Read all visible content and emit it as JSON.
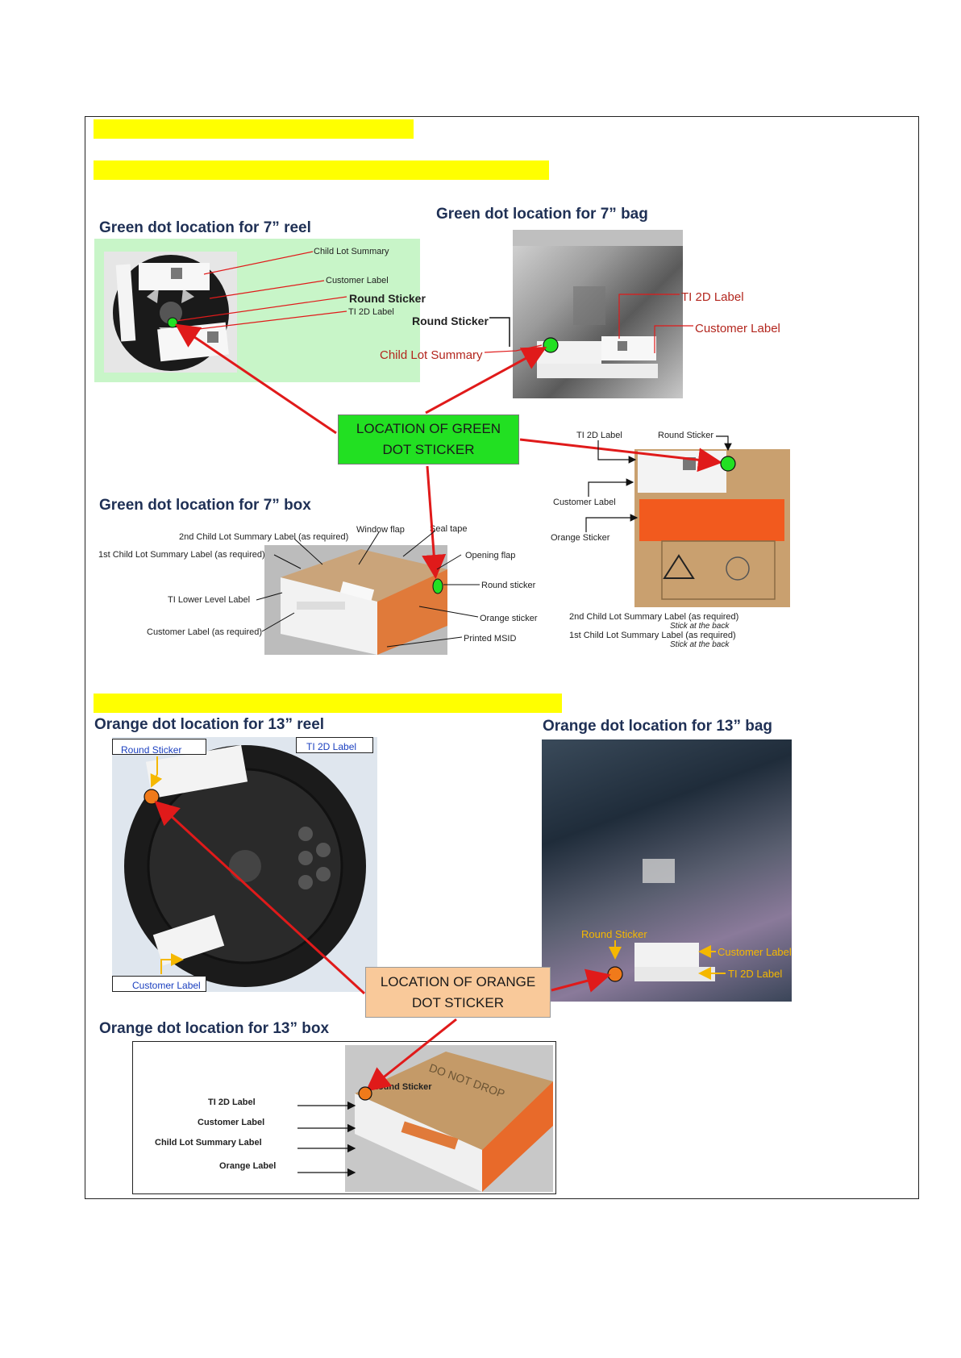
{
  "sections": {
    "s7": {
      "reel_title": "Green dot location for  7” reel",
      "bag_title": "Green dot location for  7” bag",
      "box_title": "Green dot location for  7” box",
      "callout_line1": "LOCATION OF GREEN",
      "callout_line2": "DOT STICKER",
      "reel_labels": {
        "child_lot_summary": "Child Lot Summary",
        "customer_label": "Customer Label",
        "round_sticker": "Round Sticker",
        "ti_2d_label": "TI 2D Label"
      },
      "bag_labels": {
        "ti_2d_label": "TI 2D Label",
        "customer_label": "Customer Label",
        "round_sticker": "Round Sticker",
        "child_lot_summary": "Child Lot Summary"
      },
      "box_labels": {
        "second_child_lot": "2nd Child Lot Summary Label (as required)",
        "first_child_lot": "1st Child Lot Summary Label (as required)",
        "window_flap": "Window flap",
        "seal_tape": "Seal tape",
        "opening_flap": "Opening flap",
        "round_sticker": "Round sticker",
        "ti_lower_level": "TI Lower Level Label",
        "orange_sticker": "Orange sticker",
        "customer_label": "Customer Label (as required)",
        "printed_msid": "Printed MSID"
      },
      "box2_labels": {
        "ti_2d_label": "TI 2D Label",
        "round_sticker": "Round Sticker",
        "customer_label": "Customer  Label",
        "orange_sticker": "Orange Sticker",
        "second_child_lot": "2nd Child Lot Summary Label (as required)",
        "stick_back_1": "Stick at the back",
        "first_child_lot": "1st Child Lot Summary Label (as required)",
        "stick_back_2": "Stick at the back"
      }
    },
    "s13": {
      "reel_title": "Orange dot location for  13” reel",
      "bag_title": "Orange dot location for  13” bag",
      "box_title": "Orange dot location for  13” box",
      "callout_line1": "LOCATION OF ORANGE",
      "callout_line2": "DOT STICKER",
      "reel_labels": {
        "round_sticker": "Round  Sticker",
        "ti_2d_label": "TI 2D Label",
        "customer_label": "Customer Label"
      },
      "bag_labels": {
        "round_sticker": "Round Sticker",
        "customer_label": "Customer Label",
        "ti_2d_label": "TI 2D Label"
      },
      "box_labels": {
        "round_sticker": "Round Sticker",
        "ti_2d_label": "TI 2D Label",
        "customer_label": "Customer Label",
        "child_lot_summary": "Child Lot Summary Label",
        "orange_label": "Orange Label",
        "do_not_drop": "DO NOT DROP"
      }
    }
  },
  "colors": {
    "highlight": "#ffff00",
    "green_dot": "#22e022",
    "orange_dot": "#f07a1a",
    "arrow": "#e01a1a",
    "title": "#1f3055"
  }
}
